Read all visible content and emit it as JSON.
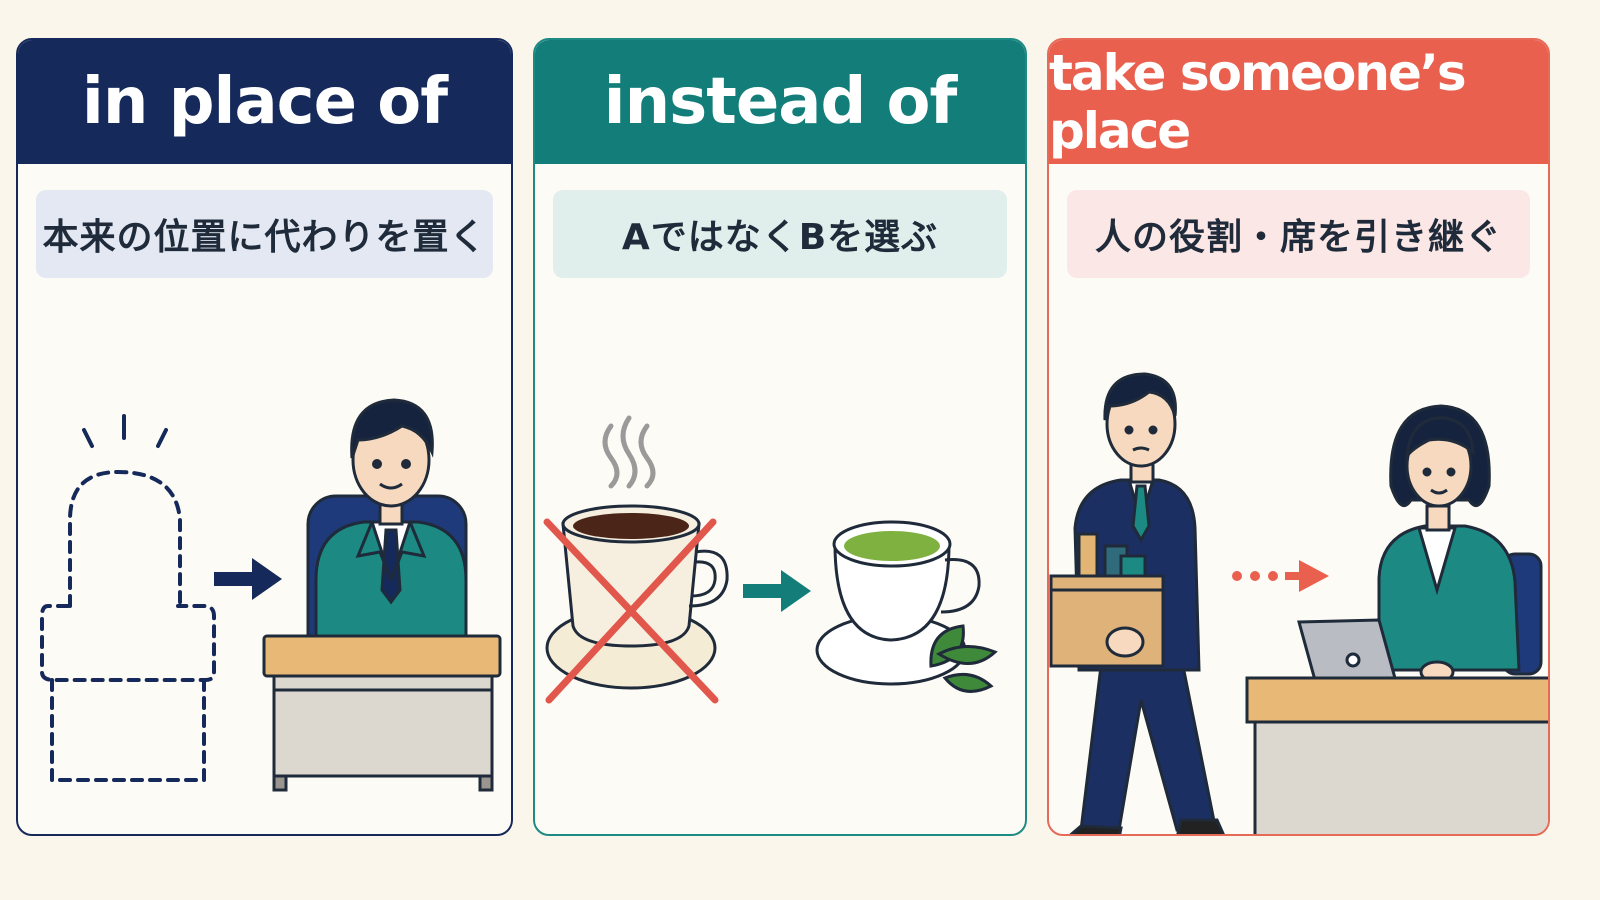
{
  "panels": [
    {
      "title": "in place of",
      "caption": "本来の位置に代わりを置く",
      "accent": "#15295a",
      "caption_bg": "#e3e8f2"
    },
    {
      "title": "instead of",
      "caption": "AではなくBを選ぶ",
      "accent": "#137e79",
      "caption_bg": "#e0efec"
    },
    {
      "title": "take someone’s place",
      "caption": "人の役割・席を引き継ぐ",
      "accent": "#e9604f",
      "caption_bg": "#fbe7e5"
    }
  ],
  "icons": {
    "panel1": [
      "empty-chair-outline-icon",
      "arrow-right-icon",
      "businessman-at-desk-icon"
    ],
    "panel2": [
      "crossed-out-coffee-cup-icon",
      "arrow-right-icon",
      "green-tea-cup-icon"
    ],
    "panel3": [
      "man-carrying-box-icon",
      "dotted-arrow-right-icon",
      "woman-at-laptop-icon"
    ]
  }
}
